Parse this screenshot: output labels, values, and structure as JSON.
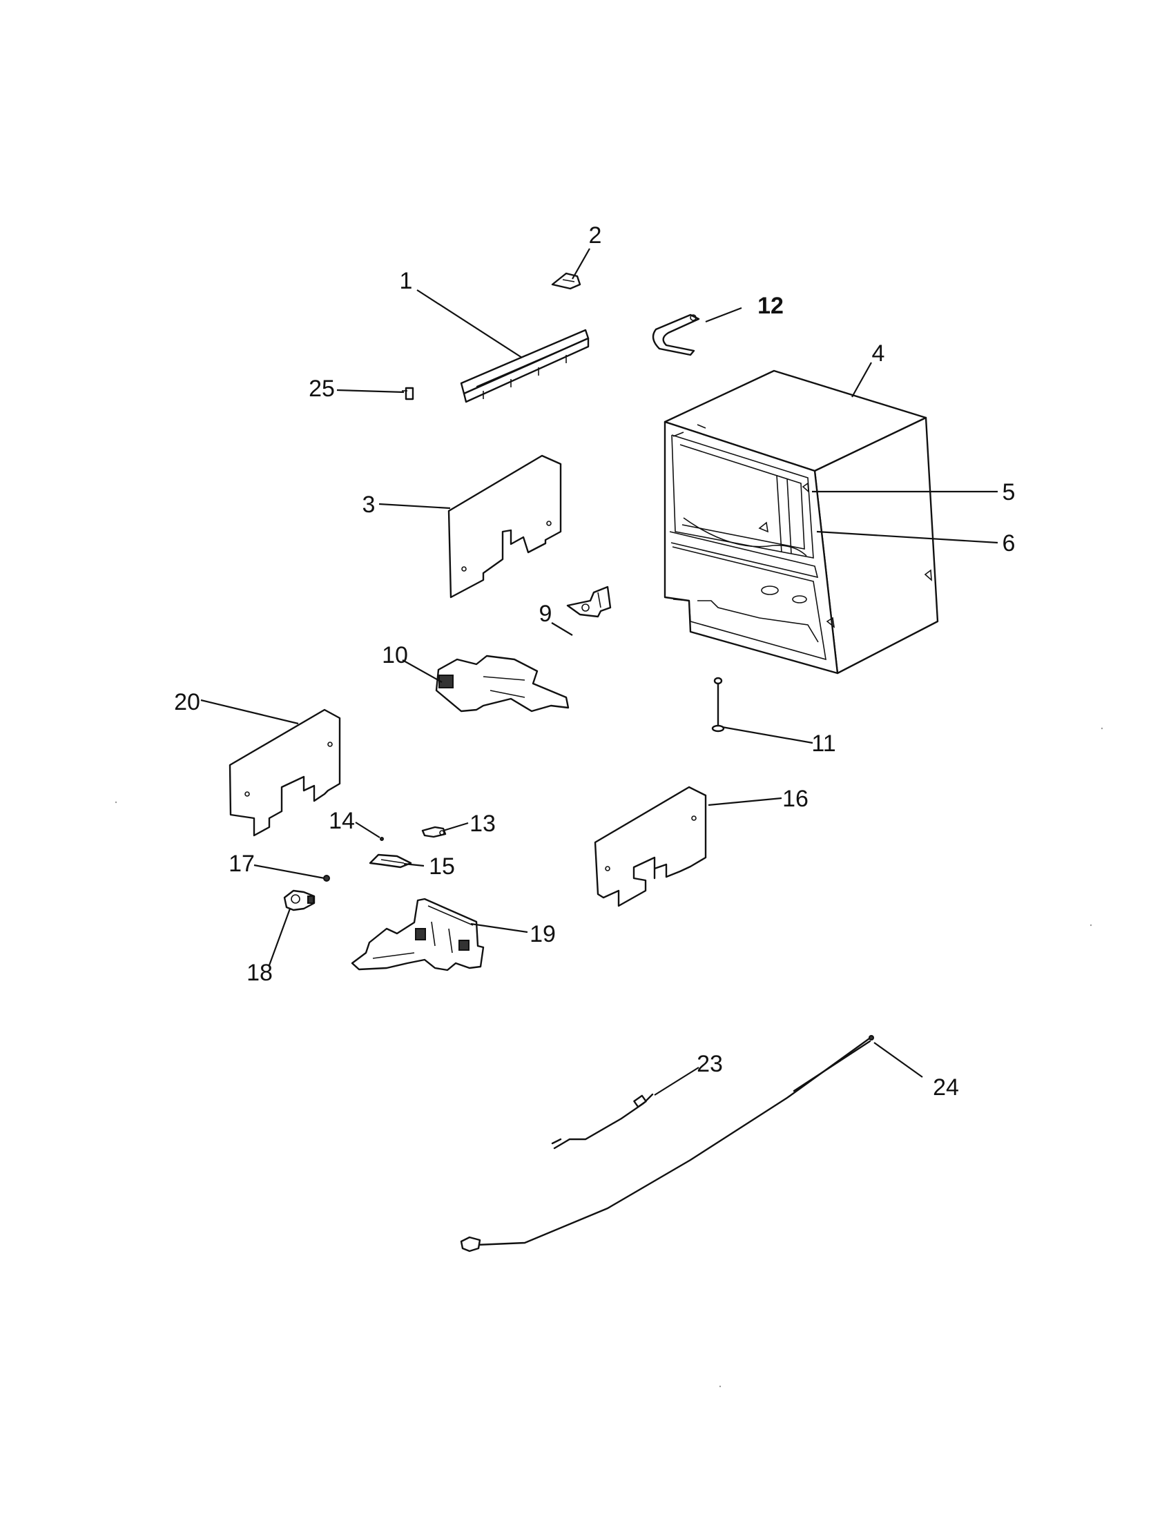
{
  "callouts": {
    "c1": "1",
    "c2": "2",
    "c3": "3",
    "c4": "4",
    "c5": "5",
    "c6": "6",
    "c9": "9",
    "c10": "10",
    "c11": "11",
    "c12": "12",
    "c13": "13",
    "c14": "14",
    "c15": "15",
    "c16": "16",
    "c17": "17",
    "c18": "18",
    "c19": "19",
    "c20": "20",
    "c23": "23",
    "c24": "24",
    "c25": "25"
  }
}
